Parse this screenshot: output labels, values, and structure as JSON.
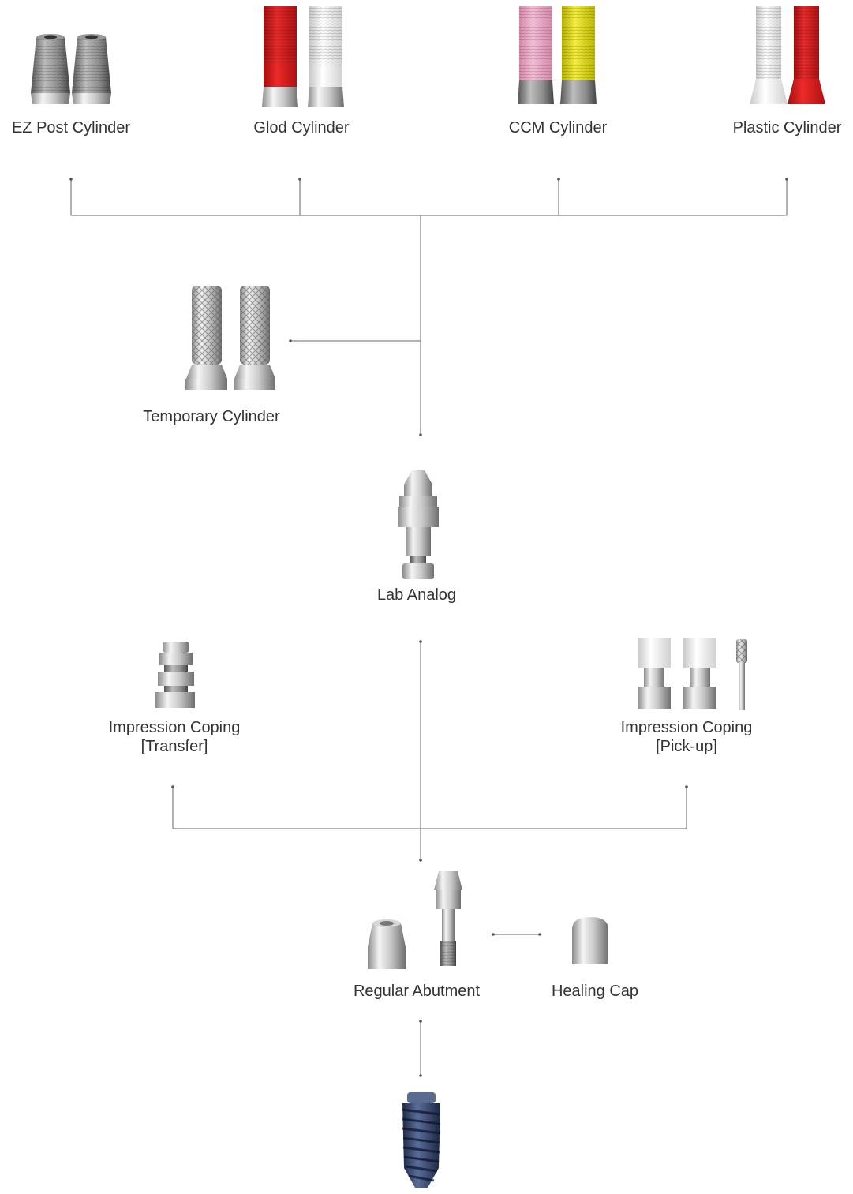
{
  "components": {
    "ez_post_cylinder": {
      "label": "EZ Post Cylinder"
    },
    "gold_cylinder": {
      "label": "Glod Cylinder"
    },
    "ccm_cylinder": {
      "label": "CCM Cylinder"
    },
    "plastic_cylinder": {
      "label": "Plastic Cylinder"
    },
    "temporary_cylinder": {
      "label": "Temporary Cylinder"
    },
    "lab_analog": {
      "label": "Lab Analog"
    },
    "impression_coping_transfer": {
      "label_line1": "Impression Coping",
      "label_line2": "[Transfer]"
    },
    "impression_coping_pickup": {
      "label_line1": "Impression Coping",
      "label_line2": "[Pick-up]"
    },
    "regular_abutment": {
      "label": "Regular Abutment"
    },
    "healing_cap": {
      "label": "Healing Cap"
    }
  },
  "colors": {
    "line": "#666666",
    "text": "#333333",
    "metal_light": "#f2f2f2",
    "metal_mid": "#bdbdbd",
    "metal_dark": "#7a7a7a",
    "red": "#d61a1a",
    "white_plastic": "#f4f4f4",
    "pink": "#f0a6c6",
    "yellow": "#e8e21a",
    "implant_blue": "#2f3f66"
  }
}
